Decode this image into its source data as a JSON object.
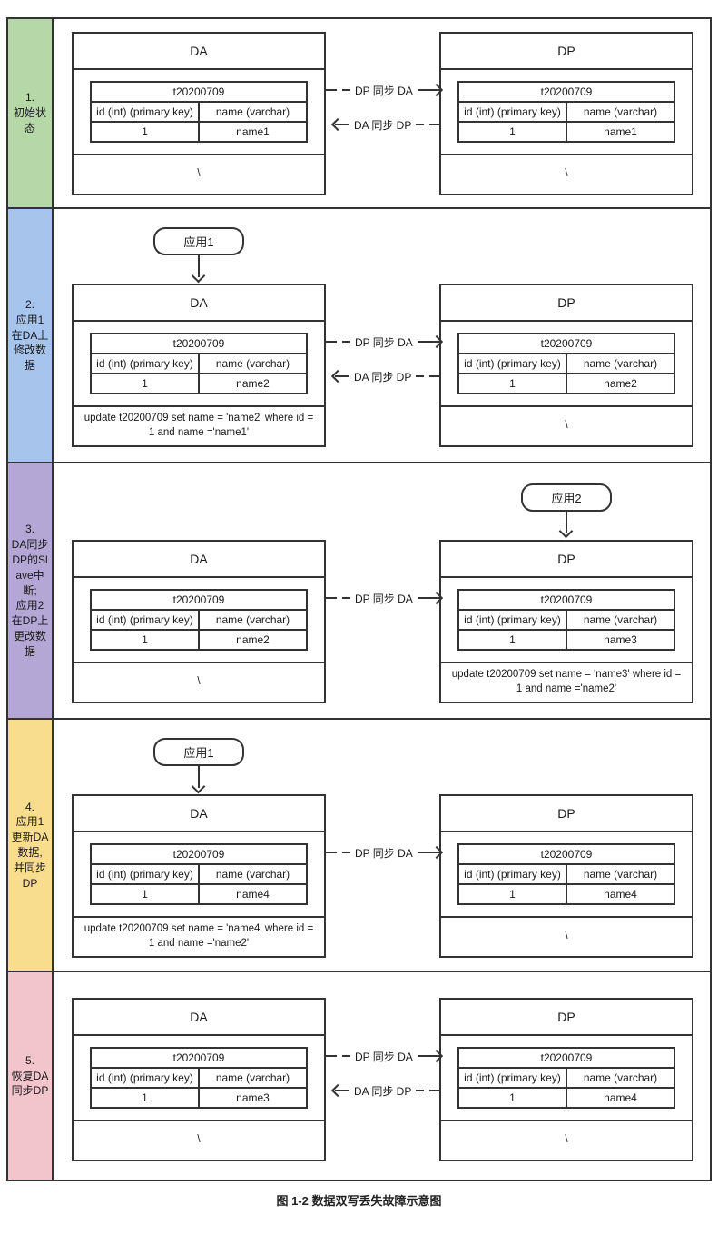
{
  "caption": "图 1-2 数据双写丢失故障示意图",
  "labels": {
    "dp_sync_da": "DP 同步 DA",
    "da_sync_dp": "DA 同步 DP"
  },
  "table": {
    "name": "t20200709",
    "columns": [
      "id (int) (primary key)",
      "name (varchar)"
    ]
  },
  "colors": {
    "row1_bg": "#b6d7a8",
    "row2_bg": "#a7c5ec",
    "row3_bg": "#b4a7d6",
    "row4_bg": "#f9dd8e",
    "row5_bg": "#f2c4cb",
    "line": "#333333"
  },
  "rows": [
    {
      "label": "1.\n初始状\n态",
      "app": null,
      "da": {
        "title": "DA",
        "data_row": [
          "1",
          "name1"
        ],
        "bottom": "\\"
      },
      "dp": {
        "title": "DP",
        "data_row": [
          "1",
          "name1"
        ],
        "bottom": "\\"
      }
    },
    {
      "label": "2.\n应用1\n在DA上\n修改数\n据",
      "app": {
        "label": "应用1"
      },
      "da": {
        "title": "DA",
        "data_row": [
          "1",
          "name2"
        ],
        "bottom": "update  t20200709 set name = 'name2' where id = 1 and name ='name1'"
      },
      "dp": {
        "title": "DP",
        "data_row": [
          "1",
          "name2"
        ],
        "bottom": "\\"
      }
    },
    {
      "label": "3.\nDA同步\nDP的Sl\nave中\n断;\n应用2\n在DP上\n更改数\n据",
      "app": {
        "label": "应用2"
      },
      "da": {
        "title": "DA",
        "data_row": [
          "1",
          "name2"
        ],
        "bottom": "\\"
      },
      "dp": {
        "title": "DP",
        "data_row": [
          "1",
          "name3"
        ],
        "bottom": "update  t20200709 set name = 'name3' where id = 1 and name ='name2'"
      }
    },
    {
      "label": "4.\n应用1\n更新DA\n数据,\n并同步\nDP",
      "app": {
        "label": "应用1"
      },
      "da": {
        "title": "DA",
        "data_row": [
          "1",
          "name4"
        ],
        "bottom": "update  t20200709 set name = 'name4' where id = 1 and name ='name2'"
      },
      "dp": {
        "title": "DP",
        "data_row": [
          "1",
          "name4"
        ],
        "bottom": "\\"
      }
    },
    {
      "label": "5.\n恢复DA\n同步DP",
      "app": null,
      "da": {
        "title": "DA",
        "data_row": [
          "1",
          "name3"
        ],
        "bottom": "\\"
      },
      "dp": {
        "title": "DP",
        "data_row": [
          "1",
          "name4"
        ],
        "bottom": "\\"
      }
    }
  ]
}
